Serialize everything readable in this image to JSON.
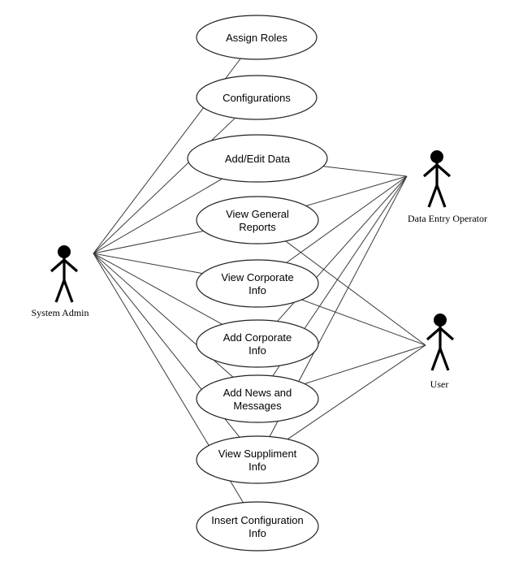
{
  "actors": {
    "system_admin": {
      "label": "System Admin"
    },
    "data_entry_operator": {
      "label": "Data Entry Operator"
    },
    "user": {
      "label": "User"
    }
  },
  "use_cases": [
    {
      "id": "assign-roles",
      "lines": [
        "Assign Roles"
      ]
    },
    {
      "id": "configurations",
      "lines": [
        "Configurations"
      ]
    },
    {
      "id": "add-edit-data",
      "lines": [
        "Add/Edit Data"
      ]
    },
    {
      "id": "view-general-reports",
      "lines": [
        "View General",
        "Reports"
      ]
    },
    {
      "id": "view-corporate-info",
      "lines": [
        "View Corporate",
        "Info"
      ]
    },
    {
      "id": "add-corporate-info",
      "lines": [
        "Add Corporate",
        "Info"
      ]
    },
    {
      "id": "add-news-and-messages",
      "lines": [
        "Add News and",
        "Messages"
      ]
    },
    {
      "id": "view-suppliment-info",
      "lines": [
        "View Suppliment",
        "Info"
      ]
    },
    {
      "id": "insert-configuration-info",
      "lines": [
        "Insert Configuration",
        "Info"
      ]
    }
  ],
  "associations": {
    "system_admin": [
      "assign-roles",
      "configurations",
      "add-edit-data",
      "view-general-reports",
      "view-corporate-info",
      "add-corporate-info",
      "add-news-and-messages",
      "view-suppliment-info",
      "insert-configuration-info"
    ],
    "data_entry_operator": [
      "add-edit-data",
      "view-general-reports",
      "view-corporate-info",
      "add-corporate-info",
      "add-news-and-messages",
      "view-suppliment-info"
    ],
    "user": [
      "view-general-reports",
      "view-corporate-info",
      "add-news-and-messages",
      "view-suppliment-info"
    ]
  }
}
